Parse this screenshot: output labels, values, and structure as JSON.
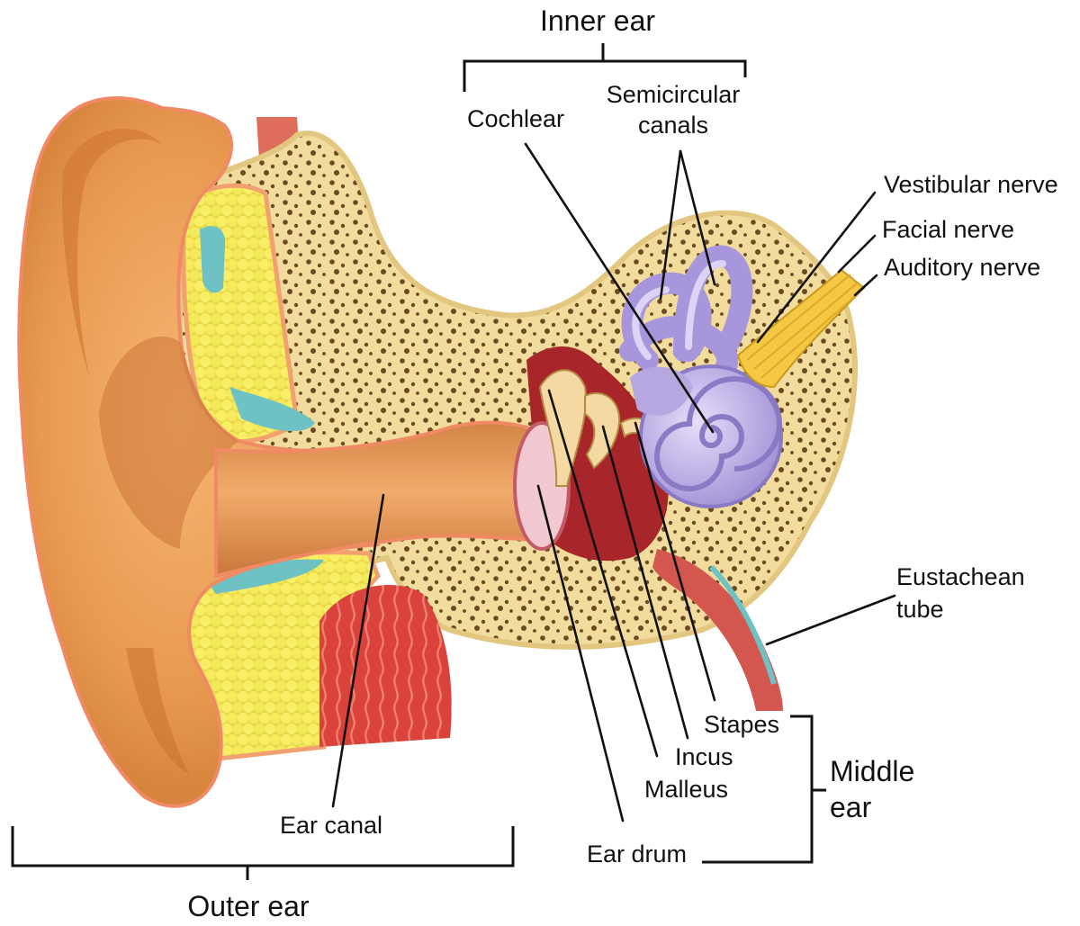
{
  "labels": {
    "inner_ear": "Inner ear",
    "cochlear": "Cochlear",
    "semicircular_line1": "Semicircular",
    "semicircular_line2": "canals",
    "vestibular_nerve": "Vestibular nerve",
    "facial_nerve": "Facial  nerve",
    "auditory_nerve": "Auditory nerve",
    "eustachean_line1": "Eustachean",
    "eustachean_line2": "tube",
    "stapes": "Stapes",
    "incus": "Incus",
    "malleus": "Malleus",
    "middle_line1": "Middle",
    "middle_line2": "ear",
    "ear_canal": "Ear canal",
    "ear_drum": "Ear drum",
    "outer_ear": "Outer ear"
  },
  "colors": {
    "skin": "#e8994f",
    "skin_dark": "#c56d2e",
    "bone": "#f3dfa2",
    "bone_pore": "#6b4a22",
    "fat": "#f6ec56",
    "cartilage": "#6fc2c4",
    "muscle": "#d9453f",
    "labyrinth": "#b7a7e0",
    "nerve": "#f4c842",
    "drum": "#f2c9d0"
  }
}
